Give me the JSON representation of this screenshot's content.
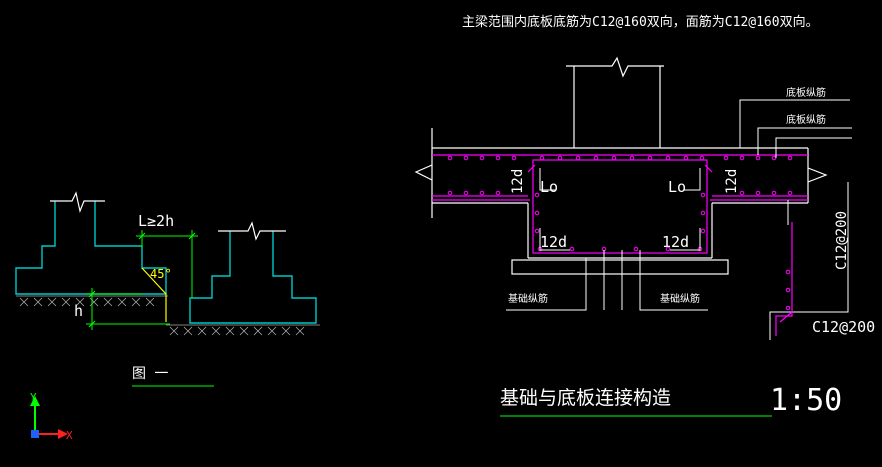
{
  "colors": {
    "background": "#000000",
    "white": "#ffffff",
    "cyan": "#00c8c8",
    "green": "#00ff00",
    "magenta": "#ff00ff",
    "yellow": "#ffff00",
    "blue": "#2060ff",
    "red": "#ff2020"
  },
  "header": {
    "note_line1": "主梁范围内底板底筋为C12@160双向，面筋为C12@160双向。"
  },
  "left_figure": {
    "dim_length": "L≥2h",
    "angle": "45°",
    "dim_height": "h",
    "caption": "图 一"
  },
  "main_section": {
    "label_top_right_1": "底板纵筋",
    "label_top_right_2": "底板纵筋",
    "lap_left": "Lo",
    "lap_right": "Lo",
    "anchor_left_side": "12d",
    "anchor_right_side": "12d",
    "anchor_bottom_left": "12d",
    "anchor_bottom_right": "12d",
    "label_bottom_left": "基础纵筋",
    "label_bottom_right": "基础纵筋",
    "rebar_vertical": "C12@200",
    "rebar_horizontal": "C12@200",
    "title": "基础与底板连接构造",
    "scale": "1:50"
  },
  "ucs": {
    "axis_x": "X",
    "axis_y": "Y"
  }
}
